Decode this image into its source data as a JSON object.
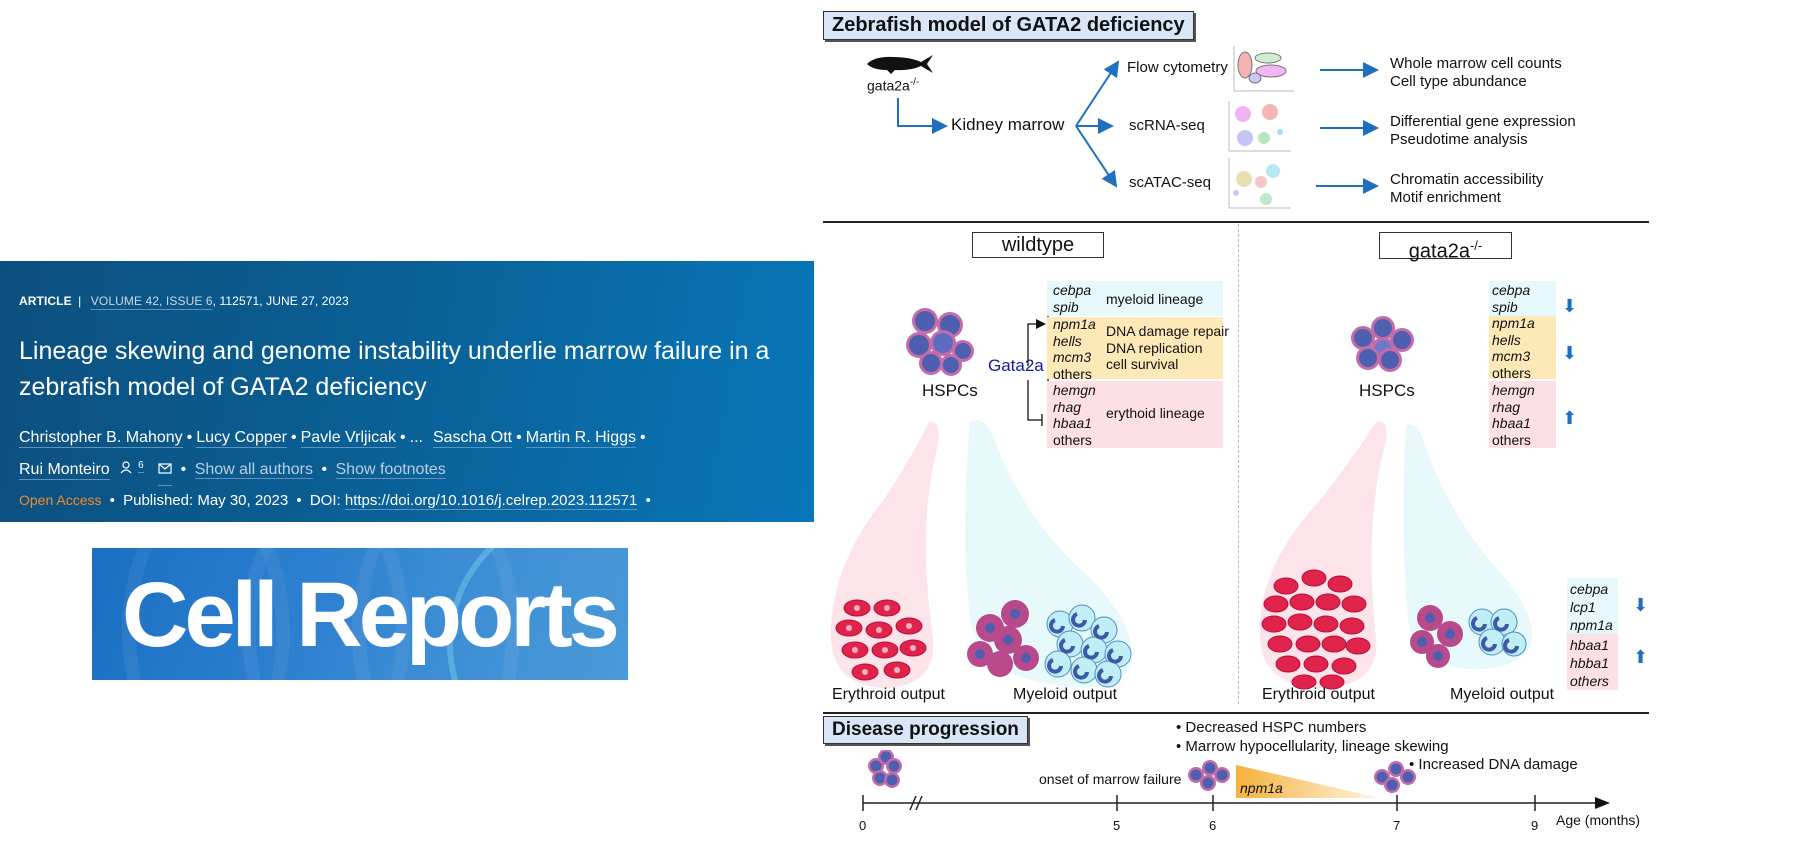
{
  "article": {
    "type_label": "ARTICLE",
    "separator": "|",
    "volume_issue": "VOLUME 42, ISSUE 6",
    "article_number_date": ", 112571, JUNE 27, 2023",
    "title": "Lineage skewing and genome instability underlie marrow failure in a zebrafish model of GATA2 deficiency",
    "authors": [
      "Christopher B. Mahony",
      "Lucy Copper",
      "Pavle Vrljicak",
      "Sascha Ott",
      "Martin R. Higgs",
      "Rui Monteiro"
    ],
    "ellipsis": "...",
    "corresponding_footnote": "6",
    "show_all_authors": "Show all authors",
    "show_footnotes": "Show footnotes",
    "open_access": "Open Access",
    "published": "Published: May 30, 2023",
    "doi_label": "DOI:",
    "doi_url": "https://doi.org/10.1016/j.celrep.2023.112571",
    "bullet": "•"
  },
  "journal_logo": {
    "text": "Cell Reports"
  },
  "graphical_abstract": {
    "model_header": "Zebrafish model of GATA2 deficiency",
    "fish_label": "gata2a",
    "fish_sup": "-/-",
    "kidney_marrow": "Kidney marrow",
    "methods": [
      {
        "name": "Flow cytometry",
        "outputs": [
          "Whole marrow cell counts",
          "Cell type abundance"
        ]
      },
      {
        "name": "scRNA-seq",
        "outputs": [
          "Differential gene expression",
          "Pseudotime analysis"
        ]
      },
      {
        "name": "scATAC-seq",
        "outputs": [
          "Chromatin accessibility",
          "Motif enrichment"
        ]
      }
    ],
    "wildtype": {
      "label": "wildtype",
      "hspcs": "HSPCs",
      "regulator": "Gata2a",
      "groups": [
        {
          "genes": [
            "cebpa",
            "spib"
          ],
          "description": [
            "myeloid lineage"
          ],
          "color": "#e6f8fb"
        },
        {
          "genes": [
            "npm1a",
            "hells",
            "mcm3",
            "others"
          ],
          "description": [
            "DNA damage repair",
            "DNA replication",
            "cell survival"
          ],
          "color": "#fde8b8"
        },
        {
          "genes": [
            "hemgn",
            "rhag",
            "hbaa1",
            "others"
          ],
          "description": [
            "erythoid lineage"
          ],
          "color": "#fde0e6"
        }
      ],
      "erythroid_output": "Erythroid output",
      "myeloid_output": "Myeloid output"
    },
    "mutant": {
      "label": "gata2a",
      "label_sup": "-/-",
      "hspcs": "HSPCs",
      "groups": [
        {
          "genes": [
            "cebpa",
            "spib"
          ],
          "direction": "down"
        },
        {
          "genes": [
            "npm1a",
            "hells",
            "mcm3",
            "others"
          ],
          "direction": "down"
        },
        {
          "genes": [
            "hemgn",
            "rhag",
            "hbaa1",
            "others"
          ],
          "direction": "up"
        }
      ],
      "output_groups": [
        {
          "genes": [
            "cebpa",
            "lcp1",
            "npm1a"
          ],
          "direction": "down"
        },
        {
          "genes": [
            "hbaa1",
            "hbba1",
            "others"
          ],
          "direction": "up"
        }
      ],
      "erythroid_output": "Erythroid output",
      "myeloid_output": "Myeloid output"
    },
    "progression": {
      "header": "Disease progression",
      "notes_6mo": [
        "Decreased HSPC numbers",
        "Marrow hypocellularity, lineage skewing"
      ],
      "note_7mo": "Increased DNA damage",
      "onset_label": "onset of marrow failure",
      "gradient_gene": "npm1a",
      "ticks": [
        "0",
        "5",
        "6",
        "7",
        "9"
      ],
      "axis_label": "Age (months)"
    },
    "colors": {
      "arrow_blue": "#1f6fbf",
      "header_fill": "#d8e6f8",
      "erythroid_red": "#e0234a",
      "myeloid_cyan": "#bfeef7"
    }
  }
}
